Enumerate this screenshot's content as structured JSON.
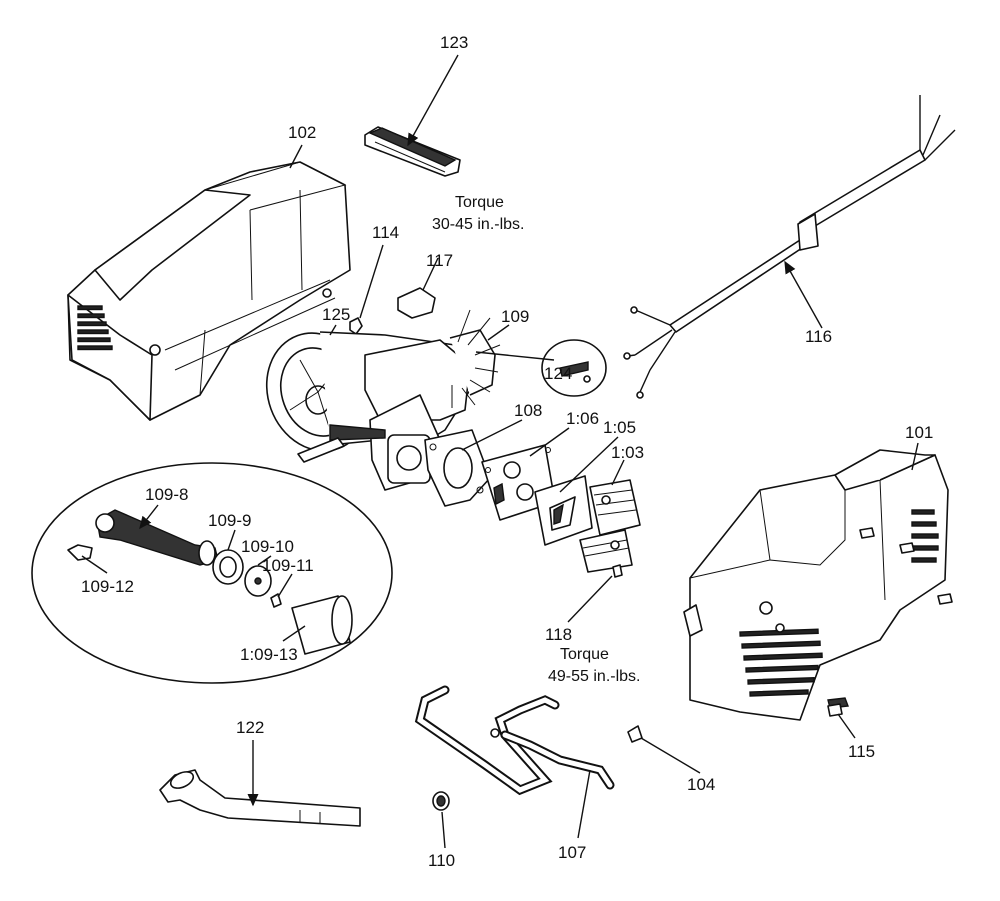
{
  "labels": {
    "p101": "101",
    "p102": "102",
    "p103": "1:03",
    "p104": "104",
    "p105": "1:05",
    "p106": "1:06",
    "p107": "107",
    "p108": "108",
    "p109": "109",
    "p109_8": "109-8",
    "p109_9": "109-9",
    "p109_10": "109-10",
    "p109_11": "109-11",
    "p109_12": "109-12",
    "p109_13": "1:09-13",
    "p110": "110",
    "p114": "114",
    "p115": "115",
    "p116": "116",
    "p117": "117",
    "p118": "118",
    "p122": "122",
    "p123": "123",
    "p124": "124",
    "p125": "125"
  },
  "torque_notes": {
    "upper": {
      "title": "Torque",
      "value": "30-45 in.-lbs."
    },
    "lower": {
      "title": "Torque",
      "value": "49-55 in.-lbs."
    }
  }
}
